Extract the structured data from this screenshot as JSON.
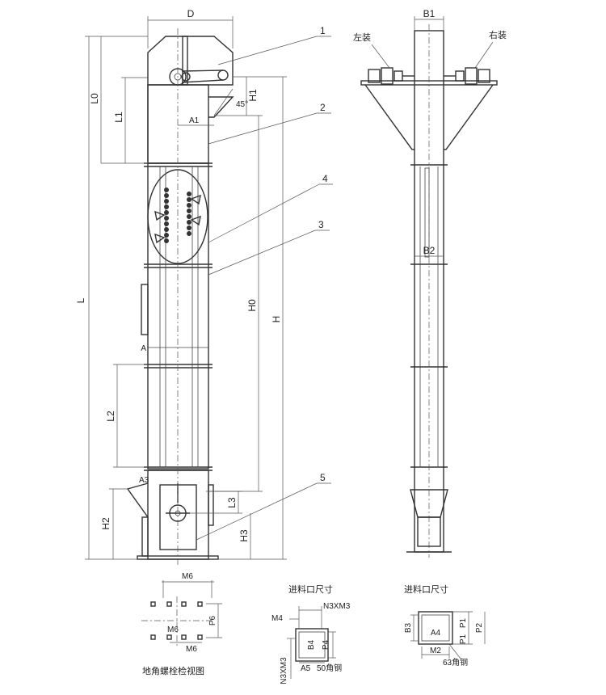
{
  "labels": {
    "D": "D",
    "B1": "B1",
    "B2": "B2",
    "A": "A",
    "A1": "A1",
    "A3": "A3",
    "deg45": "45°",
    "H1": "H1",
    "L0": "L0",
    "L1": "L1",
    "L": "L",
    "H0": "H0",
    "H": "H",
    "L2": "L2",
    "H2": "H2",
    "L3": "L3",
    "H3": "H3",
    "left_mount": "左装",
    "right_mount": "右装",
    "c1": "1",
    "c2": "2",
    "c3": "3",
    "c4": "4",
    "c5": "5"
  },
  "anchor_view": {
    "caption": "地角螺栓检视图",
    "M6": "M6",
    "P6": "P6"
  },
  "inlet_left": {
    "caption": "进料口尺寸",
    "M4": "M4",
    "N3XM3_top": "N3XM3",
    "N3XM3_side": "N3XM3",
    "B4": "B4",
    "P4": "P4",
    "A5": "A5",
    "steel": "50角钢"
  },
  "inlet_right": {
    "caption": "进料口尺寸",
    "B3": "B3",
    "A4": "A4",
    "P1": "P1",
    "P2": "P2",
    "M2": "M2",
    "steel": "63角钢"
  }
}
